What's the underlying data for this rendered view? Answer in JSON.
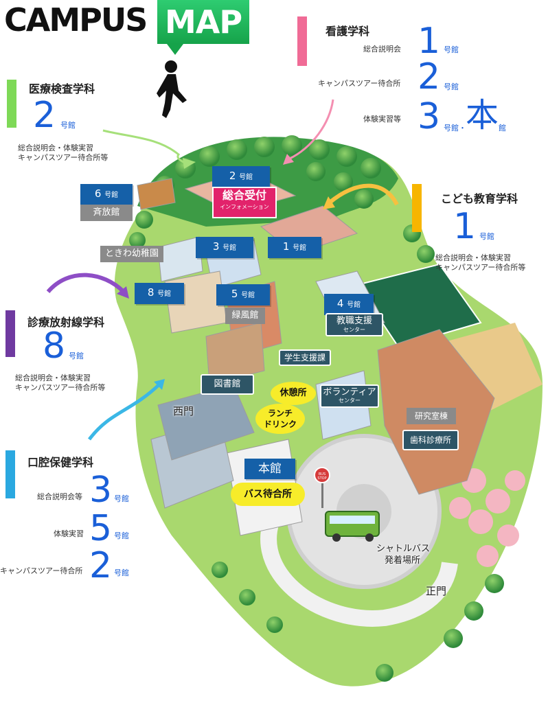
{
  "header": {
    "campus": "CAMPUS",
    "map": "MAP"
  },
  "colors": {
    "kango": "#f06b96",
    "iryo": "#7ed957",
    "kodomo": "#f7b500",
    "shinryo": "#6f3aa0",
    "koku": "#2aa8e0",
    "number_blue": "#1a5fd8",
    "building_label": "#1560a8"
  },
  "departments": {
    "kango": {
      "name": "看護学科",
      "rows": [
        {
          "label": "総合説明会",
          "num": "1",
          "unit": "号館"
        },
        {
          "label": "キャンパスツアー待合所",
          "num": "2",
          "unit": "号館"
        },
        {
          "label": "体験実習等",
          "num": "3",
          "unit": "号館・",
          "num2": "本",
          "unit2": "館"
        }
      ]
    },
    "iryo": {
      "name": "医療検査学科",
      "num": "2",
      "unit": "号館",
      "note1": "総合説明会・体験実習",
      "note2": "キャンパスツアー待合所等"
    },
    "kodomo": {
      "name": "こども教育学科",
      "num": "1",
      "unit": "号館",
      "note1": "総合説明会・体験実習",
      "note2": "キャンパスツアー待合所等"
    },
    "shinryo": {
      "name": "診療放射線学科",
      "num": "8",
      "unit": "号館",
      "note1": "総合説明会・体験実習",
      "note2": "キャンパスツアー待合所等"
    },
    "koku": {
      "name": "口腔保健学科",
      "rows": [
        {
          "label": "総合説明会等",
          "num": "3",
          "unit": "号館"
        },
        {
          "label": "体験実習",
          "num": "5",
          "unit": "号館"
        },
        {
          "label": "キャンパスツアー待合所",
          "num": "2",
          "unit": "号館"
        }
      ]
    }
  },
  "map": {
    "buildings": {
      "b2": {
        "num": "2",
        "suf": "号館"
      },
      "b6": {
        "num": "6",
        "suf": "号館"
      },
      "b3": {
        "num": "3",
        "suf": "号館"
      },
      "b1": {
        "num": "1",
        "suf": "号館"
      },
      "b8": {
        "num": "8",
        "suf": "号館"
      },
      "b5": {
        "num": "5",
        "suf": "号館"
      },
      "b4": {
        "num": "4",
        "suf": "号館"
      },
      "honkan": "本館"
    },
    "reception": {
      "title": "総合受付",
      "sub": "インフォメーション"
    },
    "grey": {
      "saiho": "斉放館",
      "tokiwa": "ときわ幼稚園",
      "ryokufu": "緑風館",
      "kenkyu": "研究室棟"
    },
    "dark": {
      "kyoshoku": "教職支援",
      "kyoshoku_sub": "センター",
      "gakusei": "学生支援課",
      "tosho": "図書館",
      "volunteer": "ボランティア",
      "volunteer_sub": "センター",
      "shika": "歯科診療所"
    },
    "yellow": {
      "kyukei": "休憩所",
      "lunch1": "ランチ",
      "lunch2": "ドリンク",
      "bus": "バス待合所"
    },
    "plain": {
      "nishimon": "西門",
      "shomon": "正門",
      "shuttle1": "シャトルバス",
      "shuttle2": "発着場所",
      "bus_stop": "BUS STOP"
    }
  }
}
